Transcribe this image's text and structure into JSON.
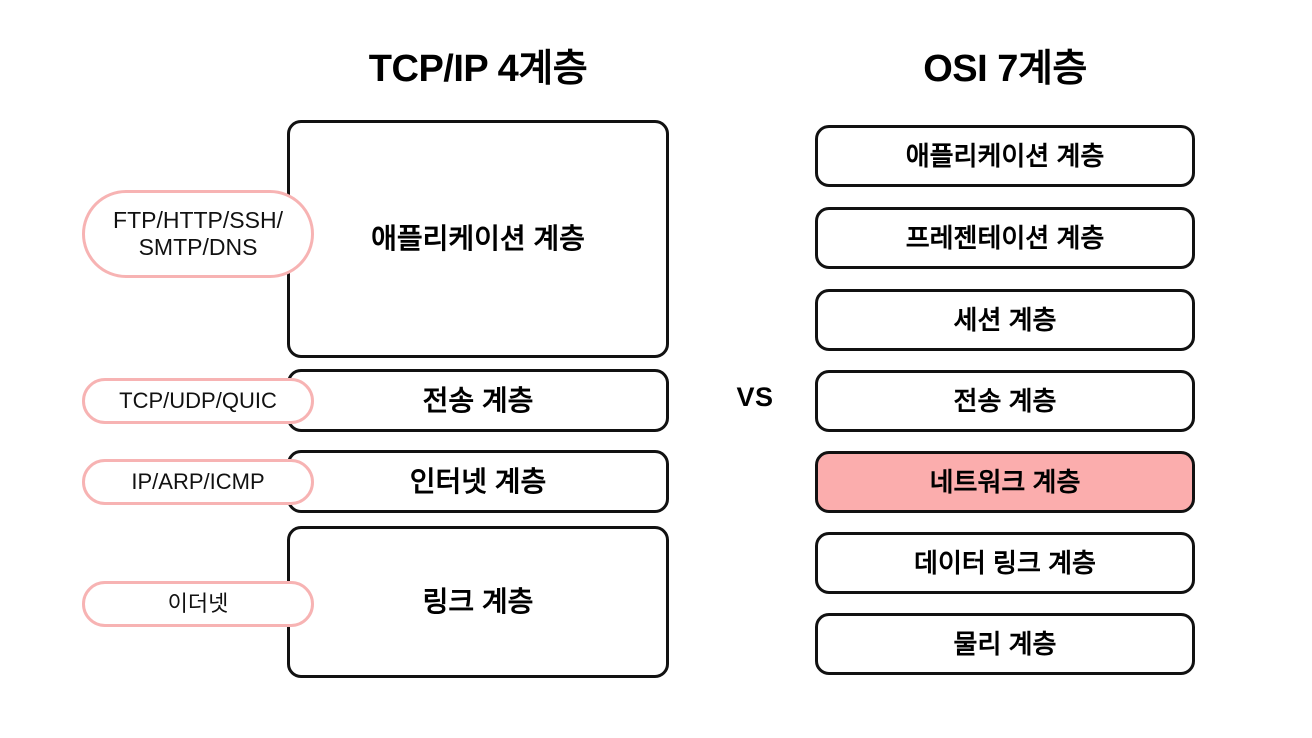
{
  "diagram": {
    "comparison_label": "VS",
    "highlight_color": "#FBADAD",
    "pill_border_color": "#F7B3B3",
    "box_border_color": "#111111"
  },
  "tcpip": {
    "title": "TCP/IP 4계층",
    "layers": [
      {
        "label": "애플리케이션 계층"
      },
      {
        "label": "전송 계층"
      },
      {
        "label": "인터넷 계층"
      },
      {
        "label": "링크 계층"
      }
    ],
    "protocols": [
      {
        "line1": "FTP/HTTP/SSH/",
        "line2": "SMTP/DNS"
      },
      {
        "line1": "TCP/UDP/QUIC",
        "line2": ""
      },
      {
        "line1": "IP/ARP/ICMP",
        "line2": ""
      },
      {
        "line1": "이더넷",
        "line2": ""
      }
    ]
  },
  "osi": {
    "title": "OSI 7계층",
    "layers": [
      {
        "label": "애플리케이션 계층",
        "highlighted": false
      },
      {
        "label": "프레젠테이션 계층",
        "highlighted": false
      },
      {
        "label": "세션 계층",
        "highlighted": false
      },
      {
        "label": "전송 계층",
        "highlighted": false
      },
      {
        "label": "네트워크 계층",
        "highlighted": true
      },
      {
        "label": "데이터 링크 계층",
        "highlighted": false
      },
      {
        "label": "물리 계층",
        "highlighted": false
      }
    ]
  }
}
